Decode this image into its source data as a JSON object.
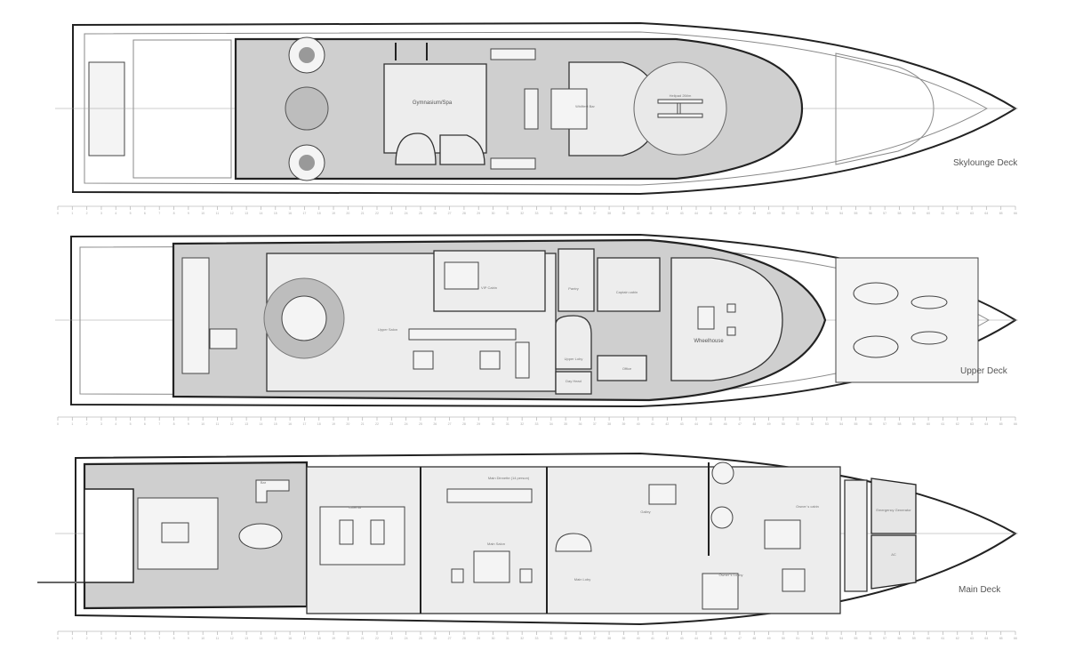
{
  "decks": {
    "skylounge": {
      "title": "Skylounge Deck",
      "rooms": {
        "gym": "Gymnasium/Spa",
        "bar": "Whiffest Bar",
        "helipad": "Helipad 26t/m"
      }
    },
    "upper": {
      "title": "Upper Deck",
      "rooms": {
        "salon": "Upper Salon",
        "vip": "VIP Cabin",
        "pantry": "Pantry",
        "captain": "Captain cabin",
        "lobby": "Upper Loby",
        "dayhead": "Day Head",
        "office": "Office",
        "wheelhouse": "Wheelhouse"
      }
    },
    "main": {
      "title": "Main Deck",
      "rooms": {
        "bar": "Bar",
        "cinema": "Cinema",
        "dinette": "Main Dinnette (14 person)",
        "salon": "Main Salon",
        "lobby": "Main Loby",
        "galley": "Galley",
        "owner": "Owner`s cabin",
        "owner_lobby": "Owner`s Lobby",
        "generator": "Emergency Generator",
        "ac": "AC"
      }
    }
  },
  "ruler": {
    "start": 0,
    "end": 66
  },
  "colors": {
    "deck_fill": "#cfcfcf",
    "room_fill": "#ededed",
    "line": "#222222"
  }
}
